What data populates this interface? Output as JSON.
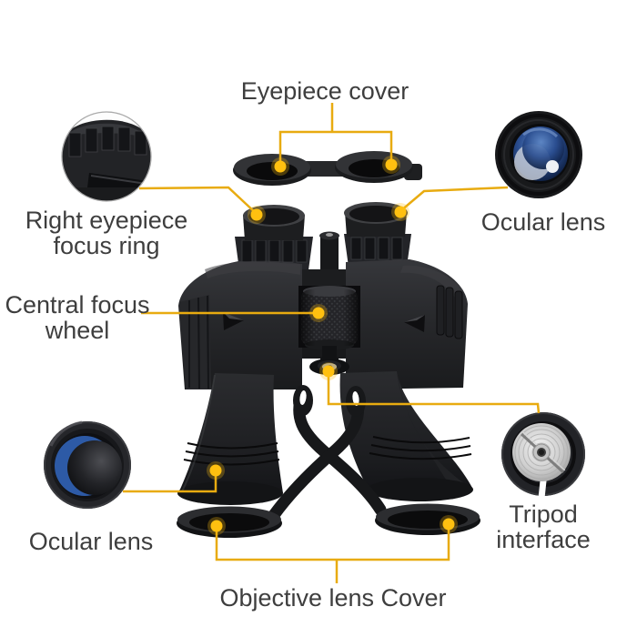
{
  "figure": {
    "subject": "Black binoculars with parts labeled by callout lines",
    "background": "#ffffff"
  },
  "colors": {
    "callout_line": "#e8ab10",
    "callout_dot": "#ffc010",
    "label_text": "#3e3e3e",
    "product_black": "#1b1c1e",
    "lens_blue": "#2d5aa6",
    "metal_silver": "#c9c9c9"
  },
  "annotations": {
    "eyepiece_cover": {
      "lines": [
        "Eyepiece cover"
      ]
    },
    "right_eyepiece_focus_ring": {
      "lines": [
        "Right eyepiece",
        "focus ring"
      ]
    },
    "ocular_lens_top": {
      "lines": [
        "Ocular lens"
      ]
    },
    "central_focus_wheel": {
      "lines": [
        "Central focus",
        "wheel"
      ]
    },
    "ocular_lens_bottom": {
      "lines": [
        "Ocular lens"
      ]
    },
    "tripod_interface": {
      "lines": [
        "Tripod",
        "interface"
      ]
    },
    "objective_lens_cover": {
      "lines": [
        "Objective lens Cover"
      ]
    }
  }
}
